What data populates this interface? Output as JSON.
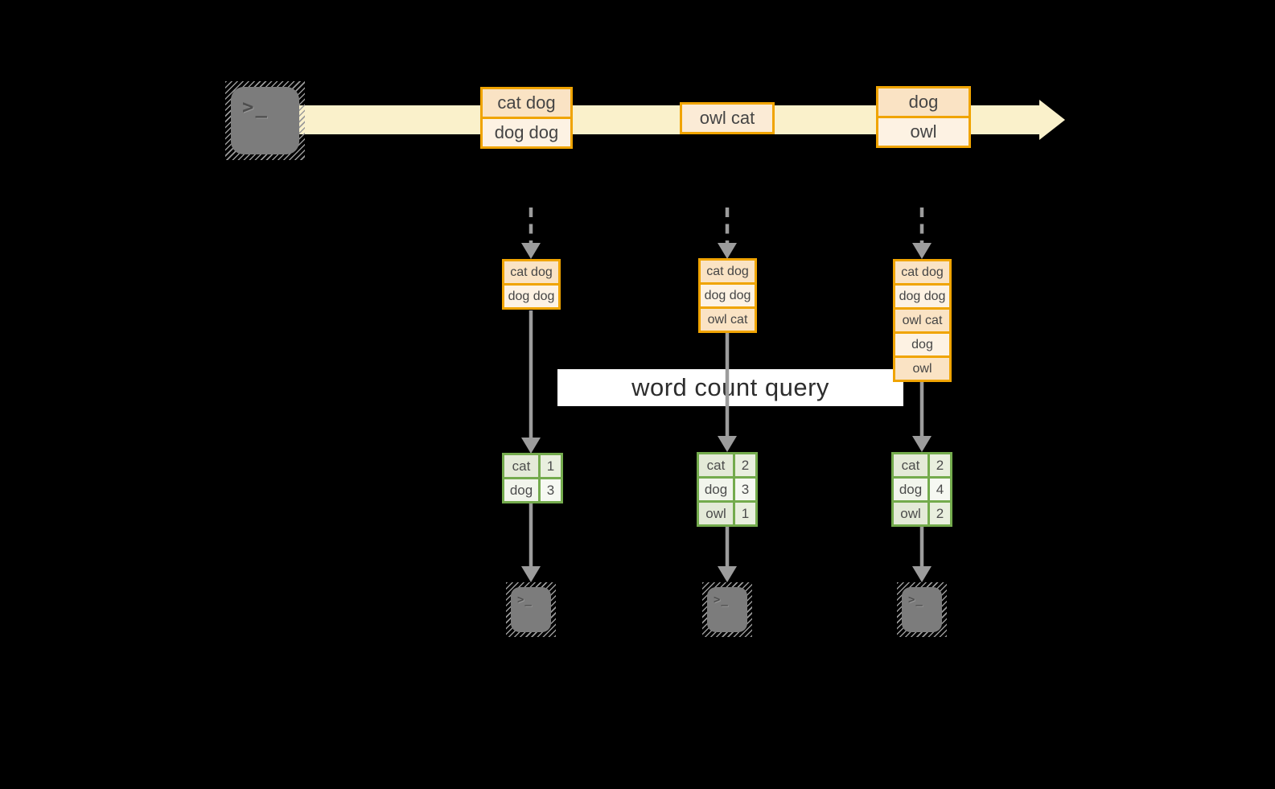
{
  "query_label": "word count query",
  "stream": {
    "batches": [
      {
        "records": [
          "cat dog",
          "dog dog"
        ]
      },
      {
        "records": [
          "owl cat"
        ]
      },
      {
        "records": [
          "dog",
          "owl"
        ]
      }
    ]
  },
  "columns": [
    {
      "input_records": [
        "cat dog",
        "dog dog"
      ],
      "counts": [
        {
          "word": "cat",
          "count": "1"
        },
        {
          "word": "dog",
          "count": "3"
        }
      ]
    },
    {
      "input_records": [
        "cat dog",
        "dog dog",
        "owl cat"
      ],
      "counts": [
        {
          "word": "cat",
          "count": "2"
        },
        {
          "word": "dog",
          "count": "3"
        },
        {
          "word": "owl",
          "count": "1"
        }
      ]
    },
    {
      "input_records": [
        "cat dog",
        "dog dog",
        "owl cat",
        "dog",
        "owl"
      ],
      "counts": [
        {
          "word": "cat",
          "count": "2"
        },
        {
          "word": "dog",
          "count": "4"
        },
        {
          "word": "owl",
          "count": "2"
        }
      ]
    }
  ],
  "icons": {
    "terminal_prompt": ">_"
  },
  "colors": {
    "background": "#000000",
    "gold_border": "#F0A400",
    "peach_fill": "#FAE3C4",
    "cream_fill": "#FDF2E3",
    "light_peach_fill": "#FBEBD6",
    "stream_band": "#FAF1CB",
    "label_bg": "#FFFFFF",
    "label_text": "#2D2D2D",
    "green_border": "#74AB4D",
    "sage_fill": "#E4EAD8",
    "pale_fill": "#F2F5EC",
    "arrow_gray": "#9C9C9C",
    "terminal_gray": "#7C7C7C",
    "cell_text": "#454545"
  }
}
